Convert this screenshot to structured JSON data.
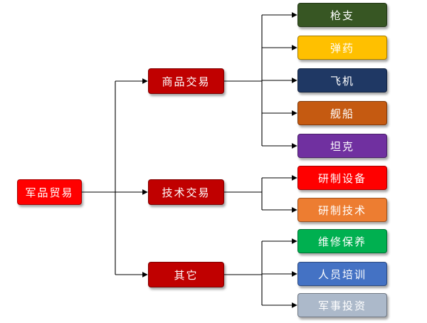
{
  "root": {
    "label": "军品贸易",
    "color": "#ff0000"
  },
  "branches": {
    "goods": {
      "label": "商品交易",
      "color": "#c00000",
      "items": [
        {
          "label": "枪支",
          "color": "#375623"
        },
        {
          "label": "弹药",
          "color": "#ffc000"
        },
        {
          "label": "飞机",
          "color": "#1f3864"
        },
        {
          "label": "舰船",
          "color": "#c55a11"
        },
        {
          "label": "坦克",
          "color": "#7030a0"
        }
      ]
    },
    "tech": {
      "label": "技术交易",
      "color": "#c00000",
      "items": [
        {
          "label": "研制设备",
          "color": "#ff0000"
        },
        {
          "label": "研制技术",
          "color": "#ed7d31"
        }
      ]
    },
    "other": {
      "label": "其它",
      "color": "#c00000",
      "items": [
        {
          "label": "维修保养",
          "color": "#00b050"
        },
        {
          "label": "人员培训",
          "color": "#4472c4"
        },
        {
          "label": "军事投资",
          "color": "#acb9ca"
        }
      ]
    }
  }
}
